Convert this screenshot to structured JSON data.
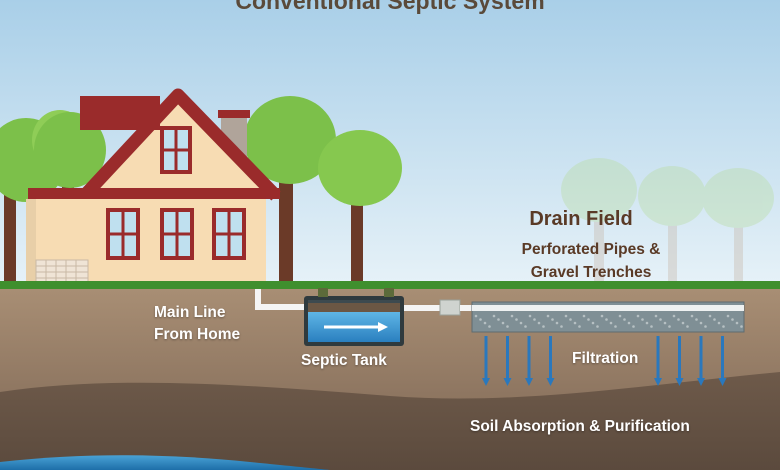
{
  "title": "Conventional Septic System",
  "labels": {
    "drain_field": "Drain Field",
    "drain_field_desc": "Perforated Pipes & Gravel Trenches",
    "main_line_1": "Main Line",
    "main_line_2": "From Home",
    "septic_tank": "Septic Tank",
    "filtration": "Filtration",
    "soil": "Soil Absorption & Purification"
  },
  "colors": {
    "sky": "#a9cfe8",
    "grass": "#3f8f2e",
    "soil": "#a88e74",
    "roof": "#9a2b2b",
    "house_wall": "#f7dcb3",
    "water": "#2a7fbf",
    "arrow": "#2a78bd"
  }
}
